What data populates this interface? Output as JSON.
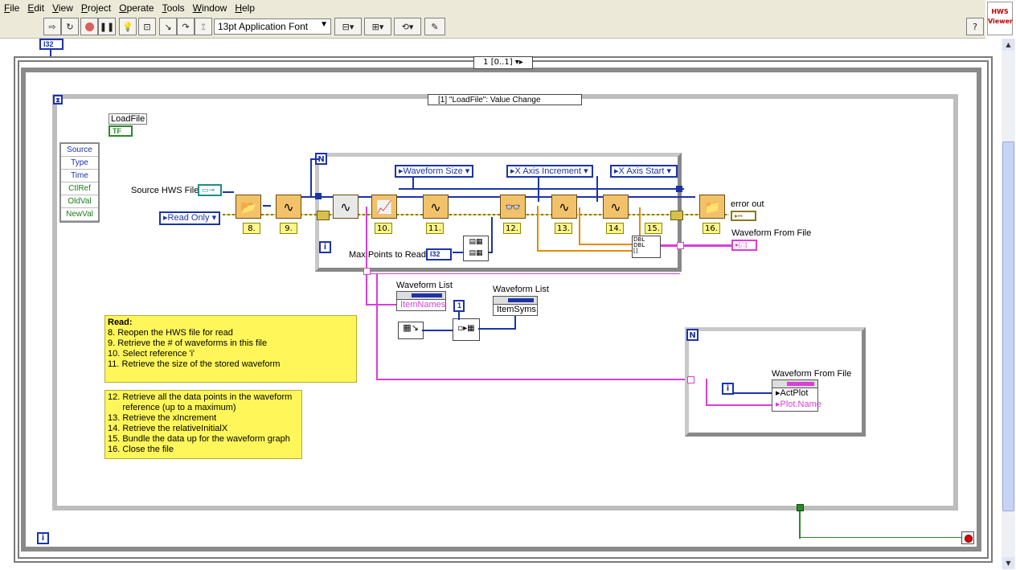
{
  "menu": [
    "File",
    "Edit",
    "View",
    "Project",
    "Operate",
    "Tools",
    "Window",
    "Help"
  ],
  "toolbar": {
    "font": "13pt Application Font",
    "logo": [
      "HWS",
      "Viewer"
    ],
    "help": "?"
  },
  "top_terminal": "I32",
  "sequence_selector": "1 [0..1]",
  "event_selector": "[1] \"LoadFile\": Value Change",
  "loadfile_label": "LoadFile",
  "loadfile_terminal": "TF",
  "event_data": [
    "Source",
    "Type",
    "Time",
    "CtlRef",
    "OldVal",
    "NewVal"
  ],
  "labels": {
    "source_hws_file": "Source HWS File",
    "read_only": "Read Only",
    "max_points": "Max Points to Read",
    "max_points_terminal": "I32",
    "error_out": "error out",
    "waveform_from_file": "Waveform From File",
    "waveform_size": "Waveform Size",
    "x_axis_increment": "X Axis Increment",
    "x_axis_start": "X Axis Start",
    "waveform_list_1": "Waveform List",
    "waveform_list_2": "Waveform List",
    "item_names": "ItemNames",
    "item_syms": "ItemSyms",
    "const_one": "1",
    "waveform_from_file_2": "Waveform From File",
    "act_plot": "ActPlot",
    "plot_name": "Plot.Name",
    "n": "N",
    "i": "i"
  },
  "steps": [
    "8.",
    "9.",
    "10.",
    "11.",
    "12.",
    "13.",
    "14.",
    "15.",
    "16."
  ],
  "notes": {
    "read": [
      "Read:",
      "8. Reopen the HWS file for read",
      "9. Retrieve the # of waveforms in this file",
      "10. Select reference 'i'",
      "11. Retrieve the size of the stored waveform"
    ],
    "retrieve": [
      "12. Retrieve all the data points in the waveform",
      "      reference (up to a maximum)",
      "13. Retrieve the xIncrement",
      "14. Retrieve the relativeInitialX",
      "15. Bundle the data up for the waveform graph",
      "16. Close the file"
    ]
  },
  "colors": {
    "terminal_blue": "#1c33a8",
    "wire_pink": "#d93fd9",
    "wire_orange": "#e38a10",
    "note_yellow": "#fff65a",
    "subvi_orange": "#f2c26a"
  }
}
